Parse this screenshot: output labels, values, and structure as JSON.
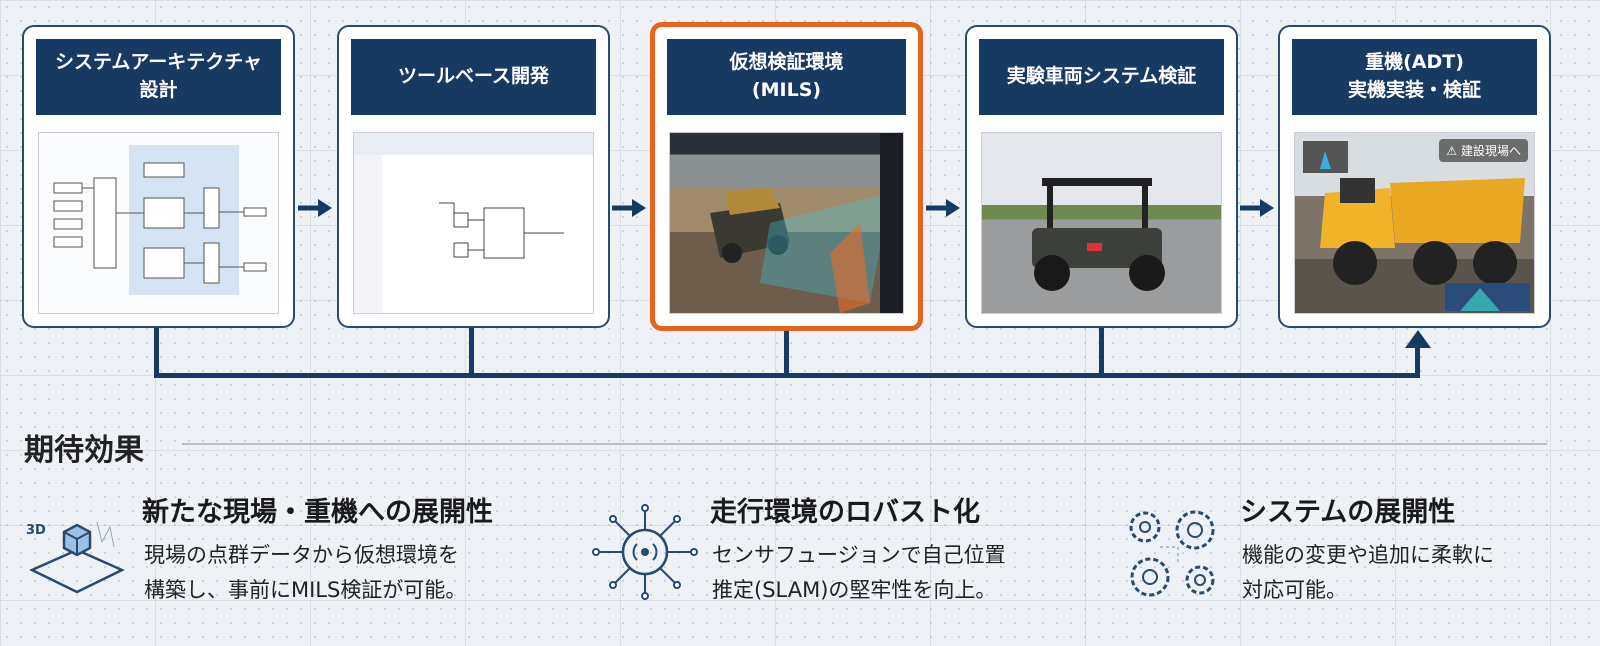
{
  "steps": [
    {
      "title": "システムアーキテクチャ\n設計",
      "image": "architecture-block-diagram"
    },
    {
      "title": "ツールベース開発",
      "image": "simulink-tool-screenshot"
    },
    {
      "title": "仮想検証環境\n(MILS)",
      "image": "virtual-simulation-screenshot",
      "active": true
    },
    {
      "title": "実験車両システム検証",
      "image": "test-vehicle-photo"
    },
    {
      "title": "重機(ADT)\n実機実装・検証",
      "image": "articulated-dump-truck-photo",
      "badge": "建設現場へ"
    }
  ],
  "effects": {
    "heading": "期待効果",
    "items": [
      {
        "title": "新たな現場・重機への展開性",
        "desc": "現場の点群データから仮想環境を\n構築し、事前にMILS検証が可能。",
        "icon": "3d-point-cloud-icon",
        "icon_label": "3D"
      },
      {
        "title": "走行環境のロバスト化",
        "desc": "センサフュージョンで自己位置\n推定(SLAM)の堅牢性を向上。",
        "icon": "sensor-fusion-icon"
      },
      {
        "title": "システムの展開性",
        "desc": "機能の変更や追加に柔軟に\n対応可能。",
        "icon": "gears-icon"
      }
    ]
  },
  "colors": {
    "navy": "#173a63",
    "accent": "#e8641e",
    "background": "#eef2f7"
  }
}
